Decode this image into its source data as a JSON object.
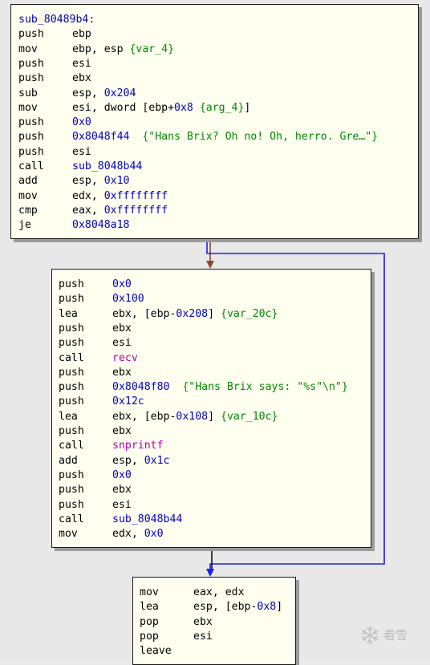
{
  "watermark": {
    "text": "看雪"
  },
  "blocks": [
    {
      "id": "block-1",
      "label": "sub_80489b4:",
      "lines": [
        {
          "m": "push",
          "o": [
            [
              "txt",
              "ebp"
            ]
          ]
        },
        {
          "m": "mov",
          "o": [
            [
              "txt",
              "ebp, esp "
            ],
            [
              "var",
              "{var_4}"
            ]
          ]
        },
        {
          "m": "push",
          "o": [
            [
              "txt",
              "esi"
            ]
          ]
        },
        {
          "m": "push",
          "o": [
            [
              "txt",
              "ebx"
            ]
          ]
        },
        {
          "m": "sub",
          "o": [
            [
              "txt",
              "esp, "
            ],
            [
              "num",
              "0x204"
            ]
          ]
        },
        {
          "m": "mov",
          "o": [
            [
              "txt",
              "esi, dword [ebp+"
            ],
            [
              "num",
              "0x8"
            ],
            [
              "txt",
              " "
            ],
            [
              "var",
              "{arg_4}"
            ],
            [
              "txt",
              "]"
            ]
          ]
        },
        {
          "m": "push",
          "o": [
            [
              "num",
              "0x0"
            ]
          ]
        },
        {
          "m": "push",
          "o": [
            [
              "num",
              "0x8048f44"
            ],
            [
              "txt",
              "  "
            ],
            [
              "str",
              "{\"Hans Brix? Oh no! Oh, herro. Gre…\"}"
            ]
          ]
        },
        {
          "m": "push",
          "o": [
            [
              "txt",
              "esi"
            ]
          ]
        },
        {
          "m": "call",
          "o": [
            [
              "fn",
              "sub_8048b44"
            ]
          ]
        },
        {
          "m": "add",
          "o": [
            [
              "txt",
              "esp, "
            ],
            [
              "num",
              "0x10"
            ]
          ]
        },
        {
          "m": "mov",
          "o": [
            [
              "txt",
              "edx, "
            ],
            [
              "num",
              "0xffffffff"
            ]
          ]
        },
        {
          "m": "cmp",
          "o": [
            [
              "txt",
              "eax, "
            ],
            [
              "num",
              "0xffffffff"
            ]
          ]
        },
        {
          "m": "je",
          "o": [
            [
              "fn",
              "0x8048a18"
            ]
          ]
        }
      ]
    },
    {
      "id": "block-2",
      "label": "",
      "lines": [
        {
          "m": "push",
          "o": [
            [
              "num",
              "0x0"
            ]
          ]
        },
        {
          "m": "push",
          "o": [
            [
              "num",
              "0x100"
            ]
          ]
        },
        {
          "m": "lea",
          "o": [
            [
              "txt",
              "ebx, [ebp-"
            ],
            [
              "num",
              "0x208"
            ],
            [
              "txt",
              "] "
            ],
            [
              "var",
              "{var_20c}"
            ]
          ]
        },
        {
          "m": "push",
          "o": [
            [
              "txt",
              "ebx"
            ]
          ]
        },
        {
          "m": "push",
          "o": [
            [
              "txt",
              "esi"
            ]
          ]
        },
        {
          "m": "call",
          "o": [
            [
              "imp",
              "recv"
            ]
          ]
        },
        {
          "m": "push",
          "o": [
            [
              "txt",
              "ebx"
            ]
          ]
        },
        {
          "m": "push",
          "o": [
            [
              "num",
              "0x8048f80"
            ],
            [
              "txt",
              "  "
            ],
            [
              "str",
              "{\"Hans Brix says: \"%s\"\\n\"}"
            ]
          ]
        },
        {
          "m": "push",
          "o": [
            [
              "num",
              "0x12c"
            ]
          ]
        },
        {
          "m": "lea",
          "o": [
            [
              "txt",
              "ebx, [ebp-"
            ],
            [
              "num",
              "0x108"
            ],
            [
              "txt",
              "] "
            ],
            [
              "var",
              "{var_10c}"
            ]
          ]
        },
        {
          "m": "push",
          "o": [
            [
              "txt",
              "ebx"
            ]
          ]
        },
        {
          "m": "call",
          "o": [
            [
              "imp",
              "snprintf"
            ]
          ]
        },
        {
          "m": "add",
          "o": [
            [
              "txt",
              "esp, "
            ],
            [
              "num",
              "0x1c"
            ]
          ]
        },
        {
          "m": "push",
          "o": [
            [
              "num",
              "0x0"
            ]
          ]
        },
        {
          "m": "push",
          "o": [
            [
              "txt",
              "ebx"
            ]
          ]
        },
        {
          "m": "push",
          "o": [
            [
              "txt",
              "esi"
            ]
          ]
        },
        {
          "m": "call",
          "o": [
            [
              "fn",
              "sub_8048b44"
            ]
          ]
        },
        {
          "m": "mov",
          "o": [
            [
              "txt",
              "edx, "
            ],
            [
              "num",
              "0x0"
            ]
          ]
        }
      ]
    },
    {
      "id": "block-3",
      "label": "",
      "lines": [
        {
          "m": "mov",
          "o": [
            [
              "txt",
              "eax, edx"
            ]
          ]
        },
        {
          "m": "lea",
          "o": [
            [
              "txt",
              "esp, [ebp-"
            ],
            [
              "num",
              "0x8"
            ],
            [
              "txt",
              "]"
            ]
          ]
        },
        {
          "m": "pop",
          "o": [
            [
              "txt",
              "ebx"
            ]
          ]
        },
        {
          "m": "pop",
          "o": [
            [
              "txt",
              "esi"
            ]
          ]
        },
        {
          "m": "leave",
          "o": []
        }
      ]
    }
  ]
}
